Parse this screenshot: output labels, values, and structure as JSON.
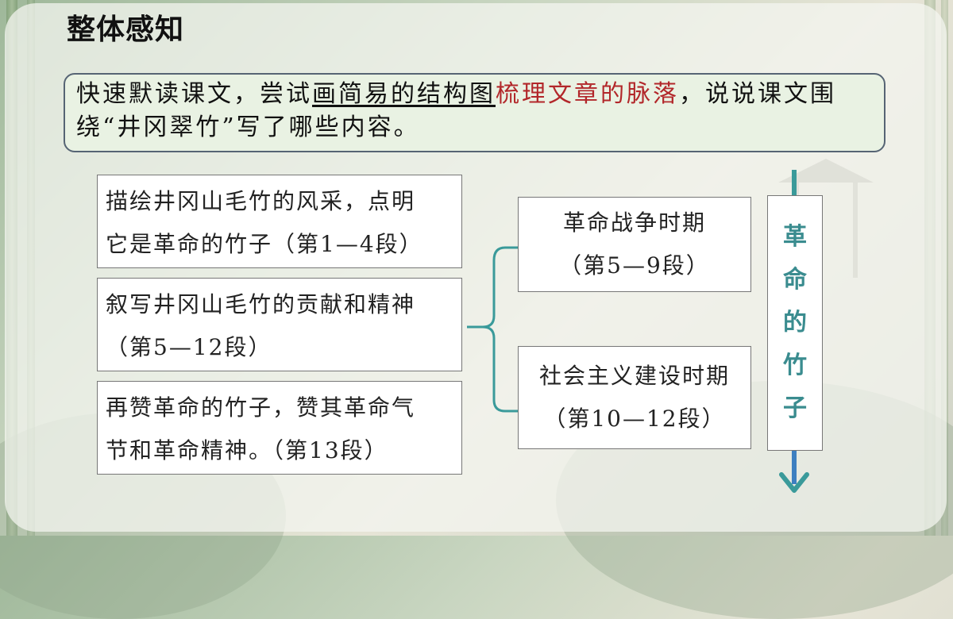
{
  "title": "整体感知",
  "question": {
    "part1": "快速默读课文，尝试",
    "underlined": "画简易的结构图",
    "highlighted": "梳理文章的脉落",
    "part2": "，说说课文围绕“井冈翠竹”写了哪些内容。"
  },
  "left_boxes": [
    {
      "line1": "描绘井冈山毛竹的风采，点明",
      "line2": "它是革命的竹子（第1—4段）"
    },
    {
      "line1": "叙写井冈山毛竹的贡献和精神",
      "line2": "（第5—12段）"
    },
    {
      "line1": "再赞革命的竹子，赞其革命气",
      "line2": "节和革命精神。（第13段）"
    }
  ],
  "right_boxes": [
    {
      "line1": "革命战争时期",
      "line2": "（第5—9段）"
    },
    {
      "line1": "社会主义建设时期",
      "line2": "（第10—12段）"
    }
  ],
  "vertical_label": [
    "革",
    "命",
    "的",
    "竹",
    "子"
  ],
  "colors": {
    "accent_red": "#b2272a",
    "teal": "#3a8c8f",
    "arrow_blue": "#3d7fc0"
  }
}
